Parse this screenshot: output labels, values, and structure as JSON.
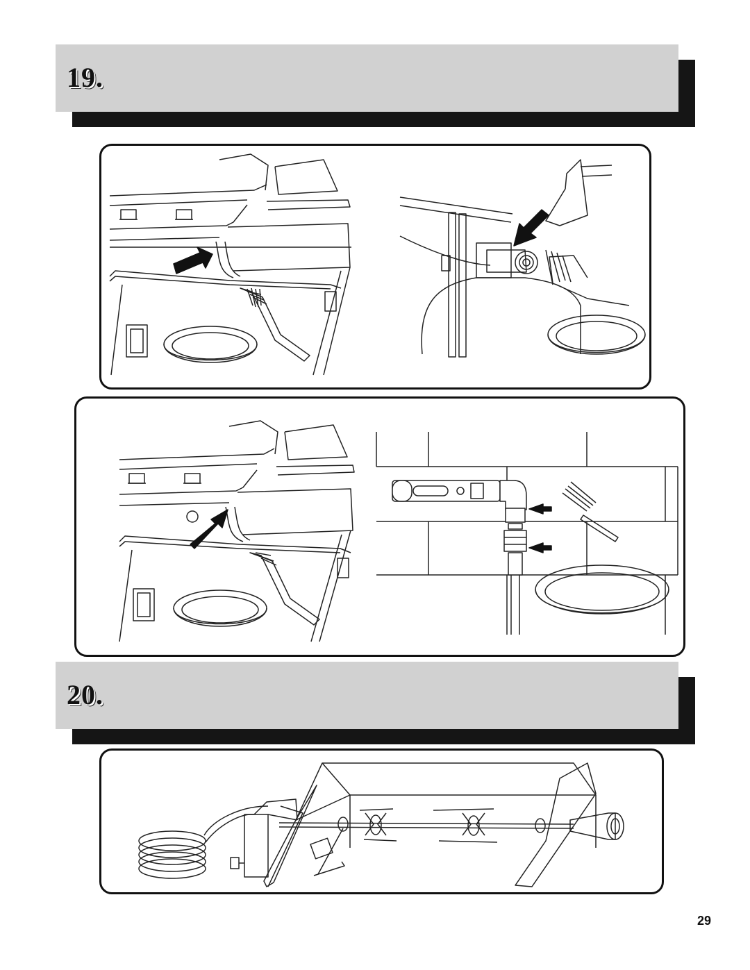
{
  "steps": [
    {
      "number": "19."
    },
    {
      "number": "20."
    }
  ],
  "page_number": "29"
}
